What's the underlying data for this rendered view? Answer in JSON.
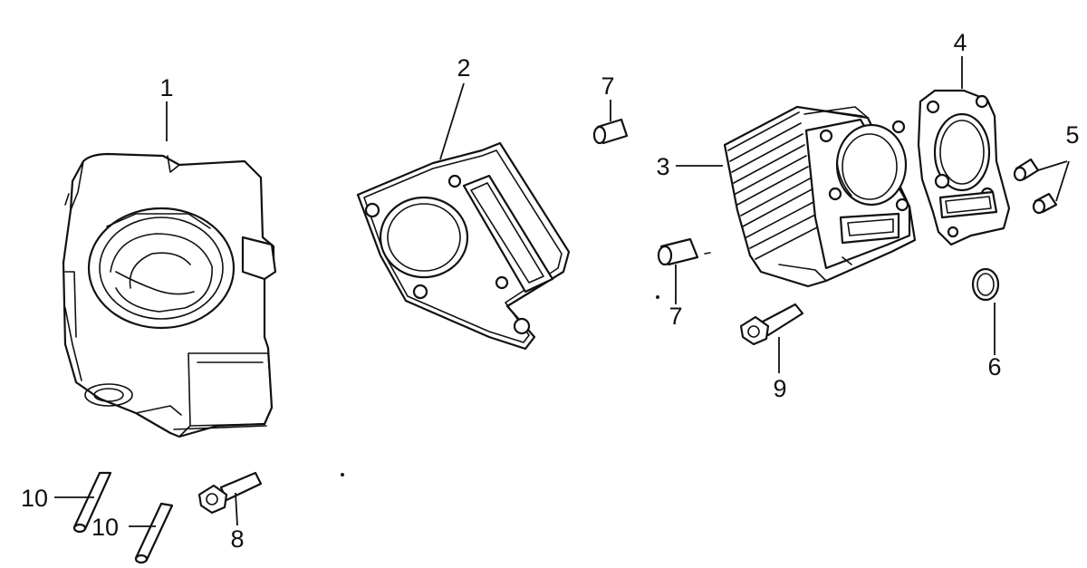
{
  "callouts": {
    "c1": "1",
    "c2": "2",
    "c3": "3",
    "c4": "4",
    "c5": "5",
    "c6": "6",
    "c7a": "7",
    "c7b": "7",
    "c8": "8",
    "c9": "9",
    "c10a": "10",
    "c10b": "10"
  },
  "parts": [
    {
      "callout": "1",
      "icon": "cylinder-head-icon"
    },
    {
      "callout": "2",
      "icon": "cylinder-base-gasket-icon"
    },
    {
      "callout": "3",
      "icon": "cylinder-block-icon"
    },
    {
      "callout": "4",
      "icon": "head-gasket-icon"
    },
    {
      "callout": "5",
      "icon": "dowel-pin-icon"
    },
    {
      "callout": "6",
      "icon": "o-ring-icon"
    },
    {
      "callout": "7",
      "icon": "dowel-sleeve-icon"
    },
    {
      "callout": "8",
      "icon": "bolt-icon"
    },
    {
      "callout": "9",
      "icon": "bolt-icon"
    },
    {
      "callout": "10",
      "icon": "stud-pin-icon"
    }
  ]
}
